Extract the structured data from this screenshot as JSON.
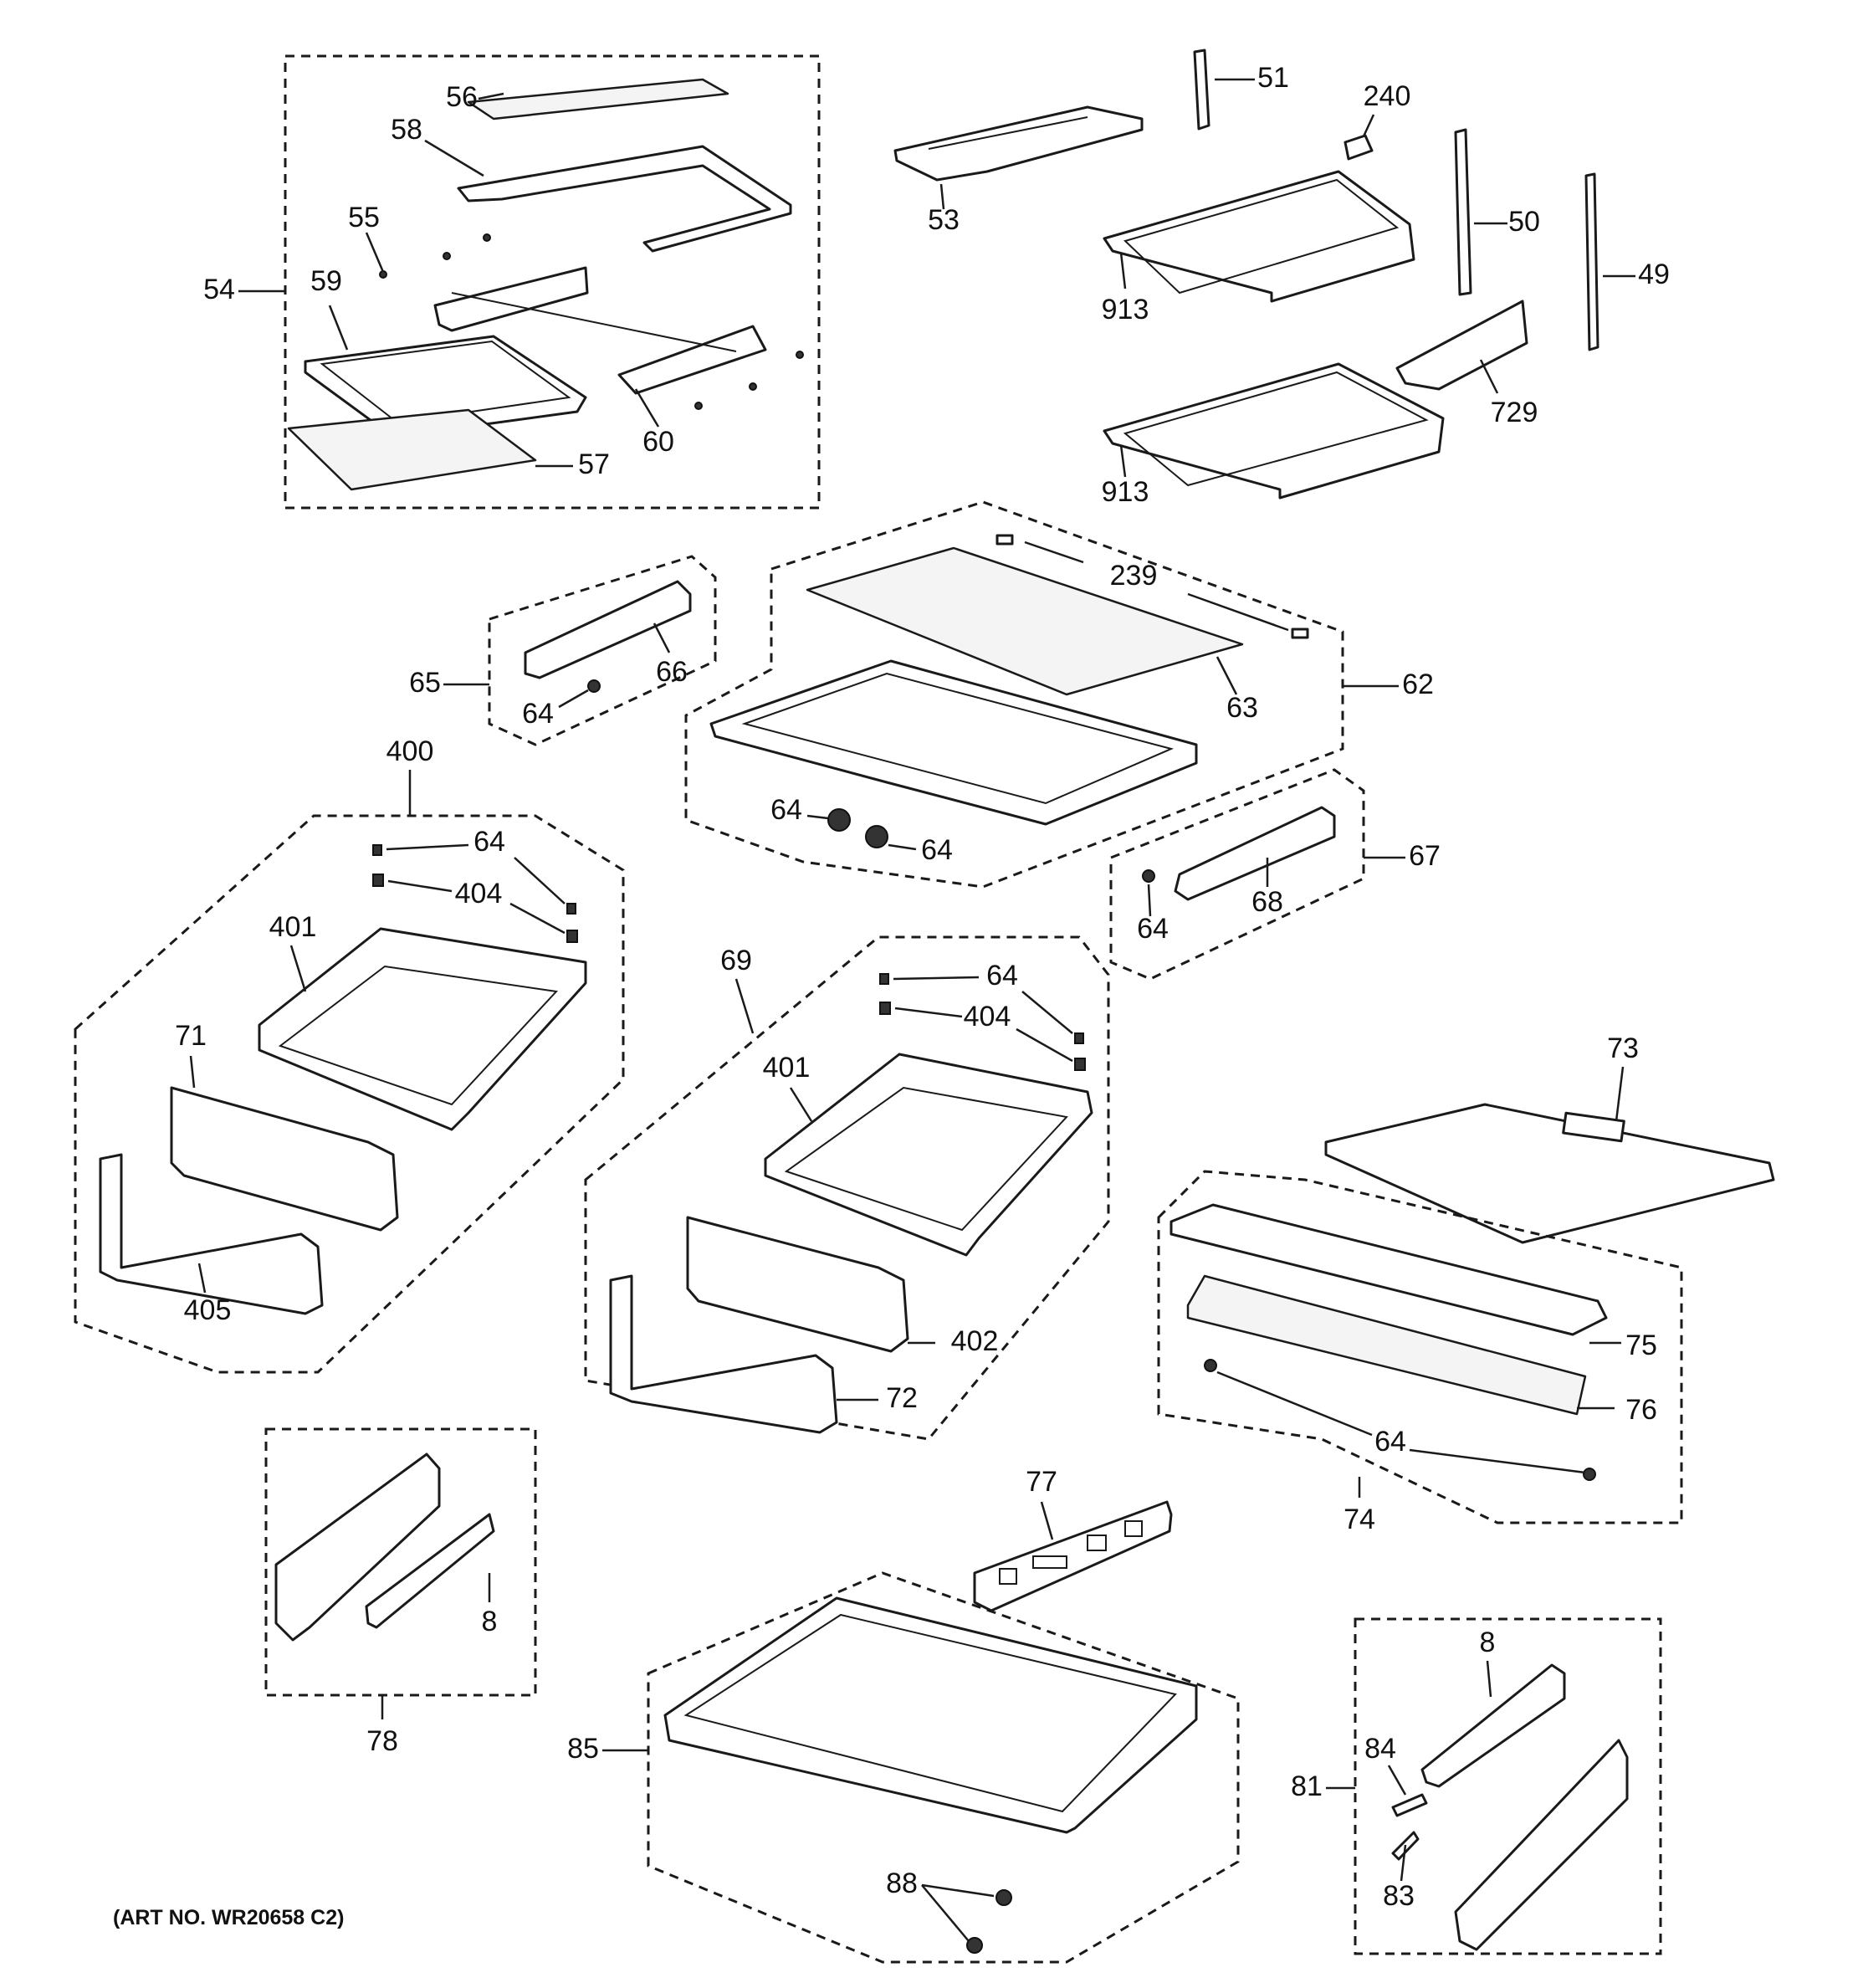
{
  "art_number": "(ART NO. WR20658 C2)",
  "callouts": {
    "c49": "49",
    "c50": "50",
    "c51": "51",
    "c53": "53",
    "c54": "54",
    "c55": "55",
    "c56": "56",
    "c57": "57",
    "c58": "58",
    "c59": "59",
    "c60": "60",
    "c240": "240",
    "c913a": "913",
    "c913b": "913",
    "c729": "729",
    "c239": "239",
    "c62": "62",
    "c63": "63",
    "c65": "65",
    "c66": "66",
    "c64a": "64",
    "c64b": "64",
    "c64c": "64",
    "c64d": "64",
    "c64e": "64",
    "c64f": "64",
    "c64g": "64",
    "c67": "67",
    "c68": "68",
    "c400": "400",
    "c404a": "404",
    "c401a": "401",
    "c71": "71",
    "c405": "405",
    "c69": "69",
    "c404b": "404",
    "c401b": "401",
    "c402": "402",
    "c72": "72",
    "c73": "73",
    "c75": "75",
    "c76": "76",
    "c74": "74",
    "c77": "77",
    "c78": "78",
    "c8a": "8",
    "c8b": "8",
    "c85": "85",
    "c88": "88",
    "c81": "81",
    "c84": "84",
    "c83": "83"
  }
}
